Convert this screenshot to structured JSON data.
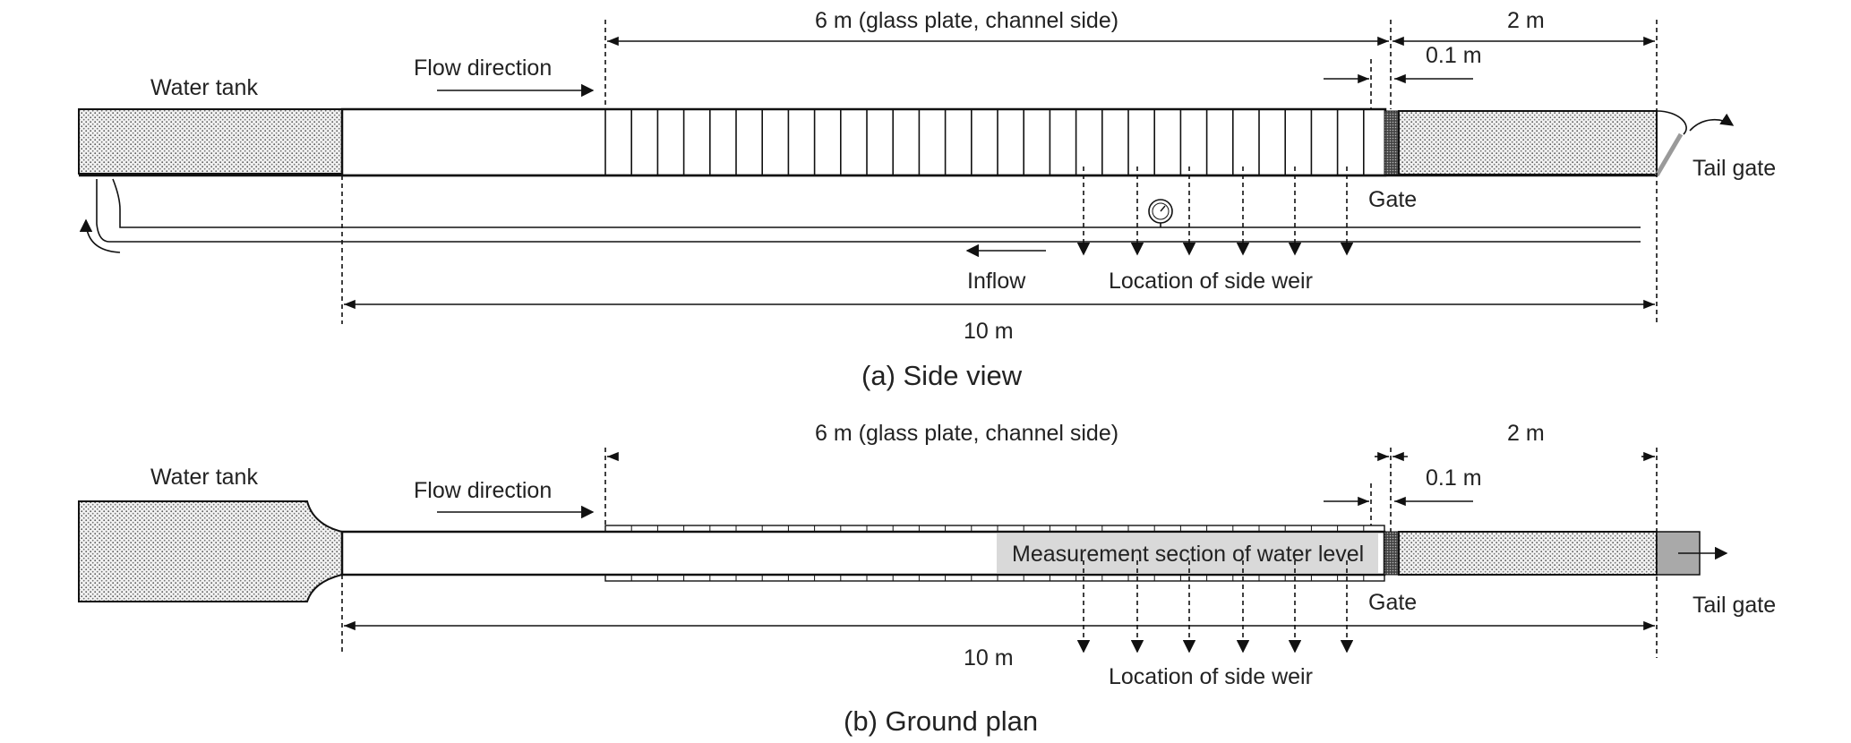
{
  "side_view": {
    "caption": "(a) Side view",
    "water_tank": "Water tank",
    "flow_direction": "Flow direction",
    "glass_length": "6 m (glass plate, channel side)",
    "tail_length": "2 m",
    "gate_offset": "0.1 m",
    "gate": "Gate",
    "tail_gate": "Tail gate",
    "inflow": "Inflow",
    "side_weir": "Location of side weir",
    "total_length": "10 m"
  },
  "ground_plan": {
    "caption": "(b) Ground plan",
    "water_tank": "Water tank",
    "flow_direction": "Flow direction",
    "glass_length": "6 m (glass plate, channel side)",
    "tail_length": "2 m",
    "gate_offset": "0.1 m",
    "measurement": "Measurement section of water level",
    "gate": "Gate",
    "tail_gate": "Tail gate",
    "side_weir": "Location of side weir",
    "total_length": "10 m"
  },
  "colors": {
    "stroke": "#111111",
    "tank_fill": "#e6e6e6",
    "measurement_fill": "#d9d9d9",
    "tail_gate_fill": "#a9a9a9"
  }
}
